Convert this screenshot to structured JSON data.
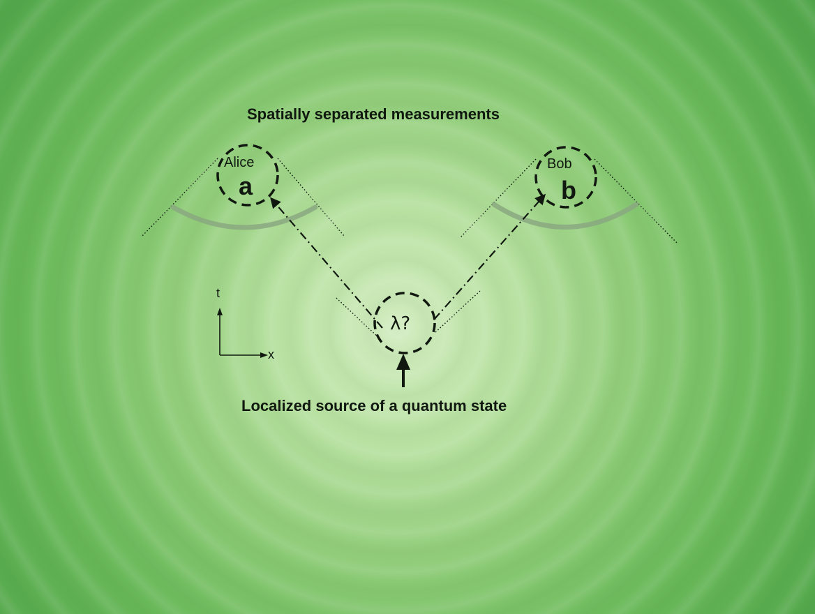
{
  "diagram": {
    "title_top": "Spatially separated measurements",
    "title_bottom": "Localized source of a quantum state",
    "colors": {
      "background_center": "#d2ecc0",
      "background_edge": "#4fa448",
      "ink": "#101810",
      "arc": "#8aa880"
    },
    "nodes": {
      "alice": {
        "name": "Alice",
        "symbol": "a"
      },
      "bob": {
        "name": "Bob",
        "symbol": "b"
      },
      "source": {
        "symbol": "λ?"
      }
    },
    "axes": {
      "vertical": "t",
      "horizontal": "x"
    }
  }
}
